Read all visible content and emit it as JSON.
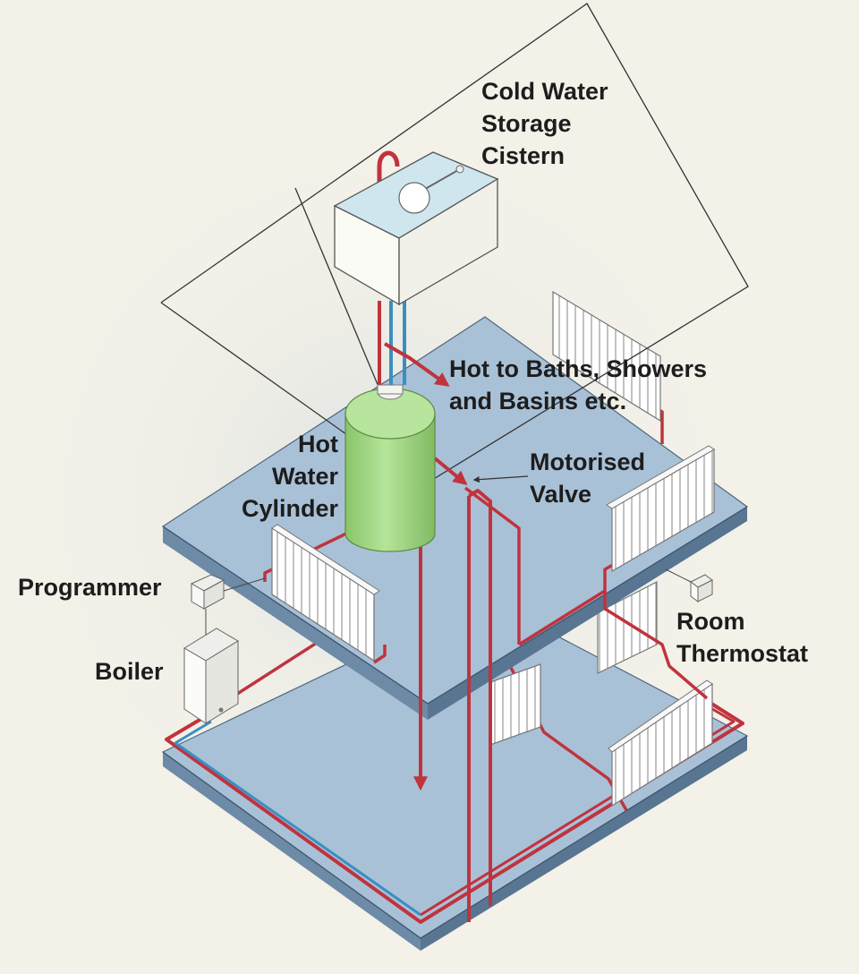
{
  "labels": {
    "cistern": "Cold Water\nStorage\nCistern",
    "hot_outlets": "Hot to Baths, Showers\nand Basins etc.",
    "cylinder": "Hot\nWater\nCylinder",
    "motorised_valve": "Motorised\nValve",
    "programmer": "Programmer",
    "room_thermostat": "Room\nThermostat",
    "boiler": "Boiler"
  },
  "colors": {
    "background": "#f3f1e8",
    "floor_top": "#a9c1d7",
    "floor_edge": "#6d8aa6",
    "hot_pipe": "#c0333d",
    "cold_pipe": "#3a8fc0",
    "cylinder": "#9fd37e",
    "cistern_water": "#cfe6ee",
    "roof_line": "#333333"
  }
}
